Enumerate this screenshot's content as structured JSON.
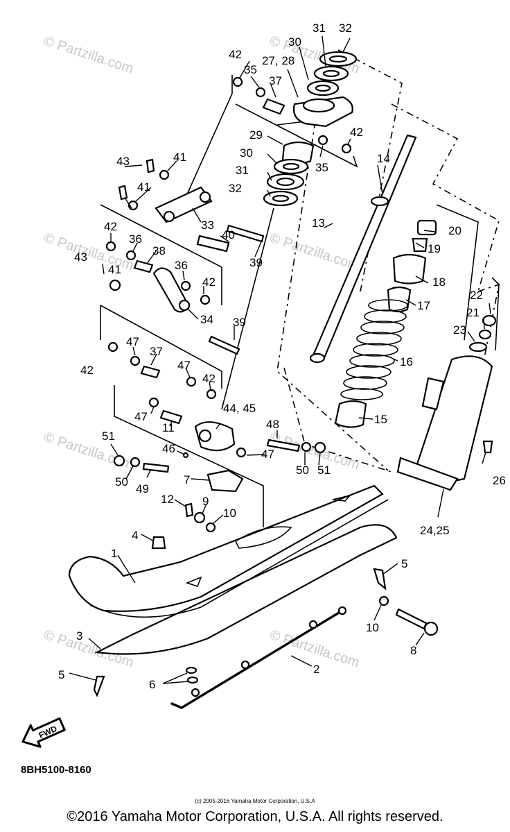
{
  "watermark": "© Partzilla.com",
  "diagram_code": "8BH5100-8160",
  "small_copyright": "(c) 2005-2016 Yamaha Motor Corporation, U.S.A",
  "copyright": "©2016 Yamaha Motor Corporation, U.S.A. All rights reserved.",
  "fwd_label": "FWD",
  "callouts": {
    "c1": "1",
    "c2": "2",
    "c3": "3",
    "c4": "4",
    "c5a": "5",
    "c5b": "5",
    "c6": "6",
    "c7": "7",
    "c8": "8",
    "c9": "9",
    "c10a": "10",
    "c10b": "10",
    "c11": "11",
    "c12": "12",
    "c13": "13",
    "c14": "14",
    "c15": "15",
    "c16": "16",
    "c17": "17",
    "c18": "18",
    "c19": "19",
    "c20": "20",
    "c21": "21",
    "c22": "22",
    "c23": "23",
    "c24_25": "24,25",
    "c26": "26",
    "c27_28": "27, 28",
    "c29": "29",
    "c30a": "30",
    "c30b": "30",
    "c31a": "31",
    "c31b": "31",
    "c32a": "32",
    "c32b": "32",
    "c33": "33",
    "c34": "34",
    "c35a": "35",
    "c35b": "35",
    "c36a": "36",
    "c36b": "36",
    "c37a": "37",
    "c37b": "37",
    "c38": "38",
    "c39a": "39",
    "c39b": "39",
    "c40": "40",
    "c41a": "41",
    "c41b": "41",
    "c41c": "41",
    "c42a": "42",
    "c42b": "42",
    "c42c": "42",
    "c42d": "42",
    "c42e": "42",
    "c42f": "42",
    "c43a": "43",
    "c43b": "43",
    "c44_45": "44, 45",
    "c46": "46",
    "c47a": "47",
    "c47b": "47",
    "c47c": "47",
    "c47d": "47",
    "c48": "48",
    "c49": "49",
    "c50a": "50",
    "c50b": "50",
    "c51a": "51",
    "c51b": "51"
  }
}
